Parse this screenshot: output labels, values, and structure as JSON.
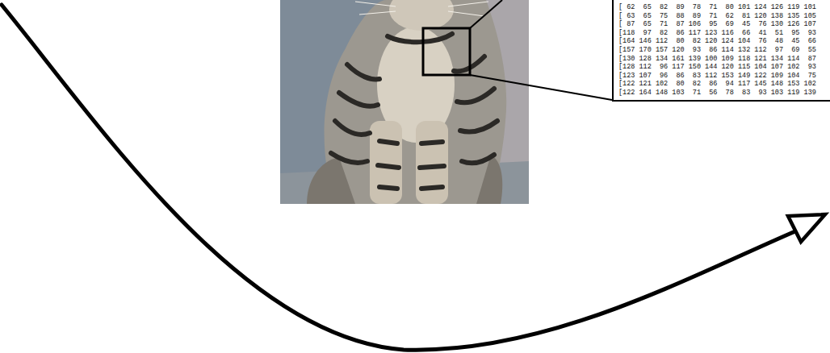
{
  "diagram": {
    "nodes": [
      {
        "text": [
          "[ 62  65  82  89  78  71  80 101 124 126 119 101",
          "[ 63  65  75  88  89  71  62  81 120 138 135 105",
          "[ 87  65  71  87 106  95  69  45  76 130 126 107",
          "[118  97  82  86 117 123 116  66  41  51  95  93",
          "[164 146 112  80  82 120 124 104  76  48  45  66",
          "[157 170 157 120  93  86 114 132 112  97  69  55",
          "[130 128 134 161 139 100 109 118 121 134 114  87",
          "[128 112  96 117 150 144 120 115 104 107 102  93",
          "[123 107  96  86  83 112 153 149 122 109 104  75",
          "[122 121 102  80  82  86  94 117 145 148 153 102",
          "[122 164 148 103  71  56  78  83  93 103 119 139"
        ]
      }
    ]
  }
}
